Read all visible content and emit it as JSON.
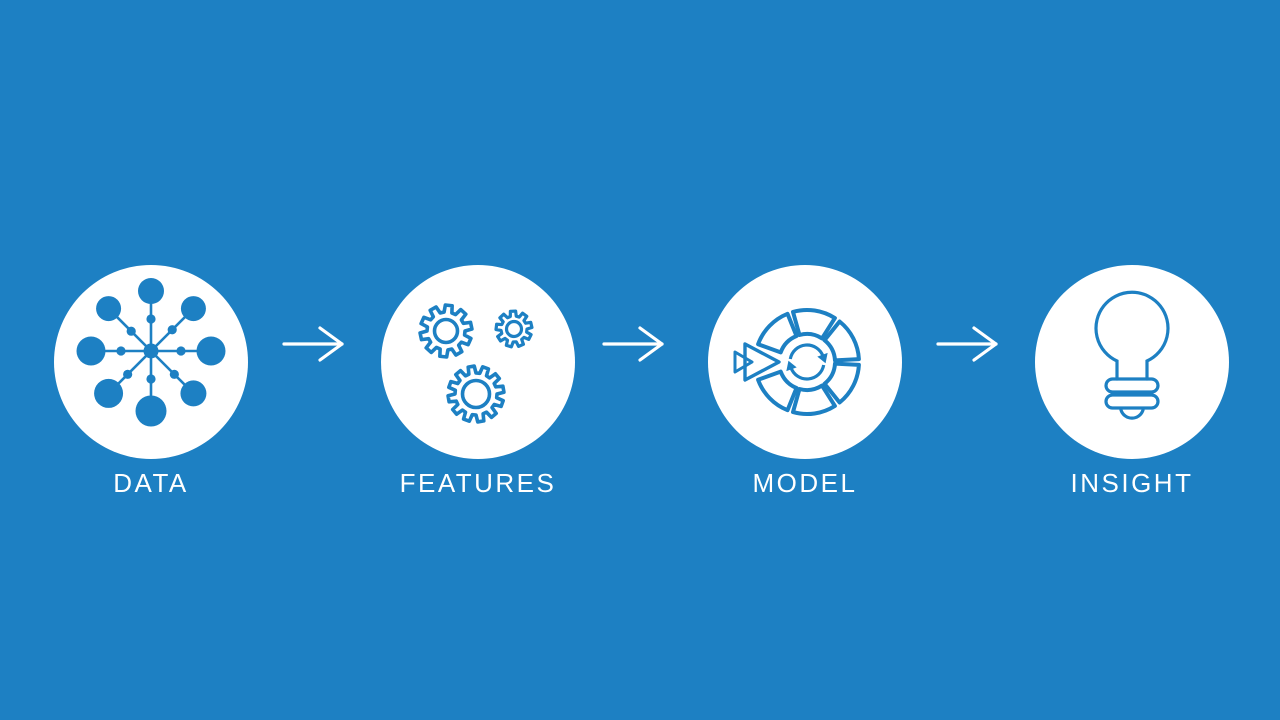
{
  "diagram": {
    "title": "data-to-insight pipeline",
    "background_color": "#1D80C3",
    "circle_color": "#FFFFFF",
    "icon_color": "#1D80C3",
    "label_color": "#FFFFFF",
    "steps": [
      {
        "label": "DATA",
        "icon": "network-icon"
      },
      {
        "label": "FEATURES",
        "icon": "gears-icon"
      },
      {
        "label": "MODEL",
        "icon": "model-cycle-icon"
      },
      {
        "label": "INSIGHT",
        "icon": "lightbulb-icon"
      }
    ],
    "connector": {
      "icon": "arrow-right-icon",
      "count": 3
    }
  }
}
